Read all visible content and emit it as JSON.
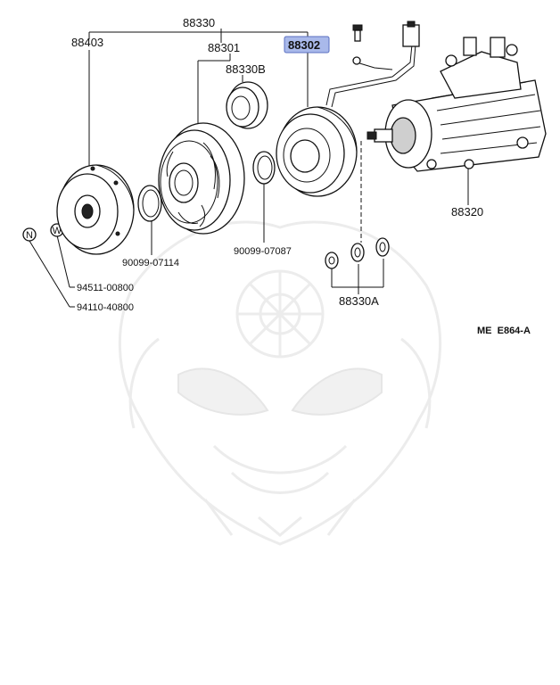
{
  "diagram_id": "ME  E864-A",
  "highlight_color": "#a9b9ea",
  "labels": {
    "assembly": "88330",
    "pulley_hub": "88403",
    "pulley_assembly": "88301",
    "bearing": "88330B",
    "stator": "88302",
    "compressor": "88320",
    "snap_ring_outer": "90099-07114",
    "snap_ring_inner": "90099-07087",
    "shims": "88330A",
    "washer_code": "94511-00800",
    "nut_code": "94110-40800"
  },
  "bubbles": {
    "nut": "N",
    "washer": "W"
  }
}
